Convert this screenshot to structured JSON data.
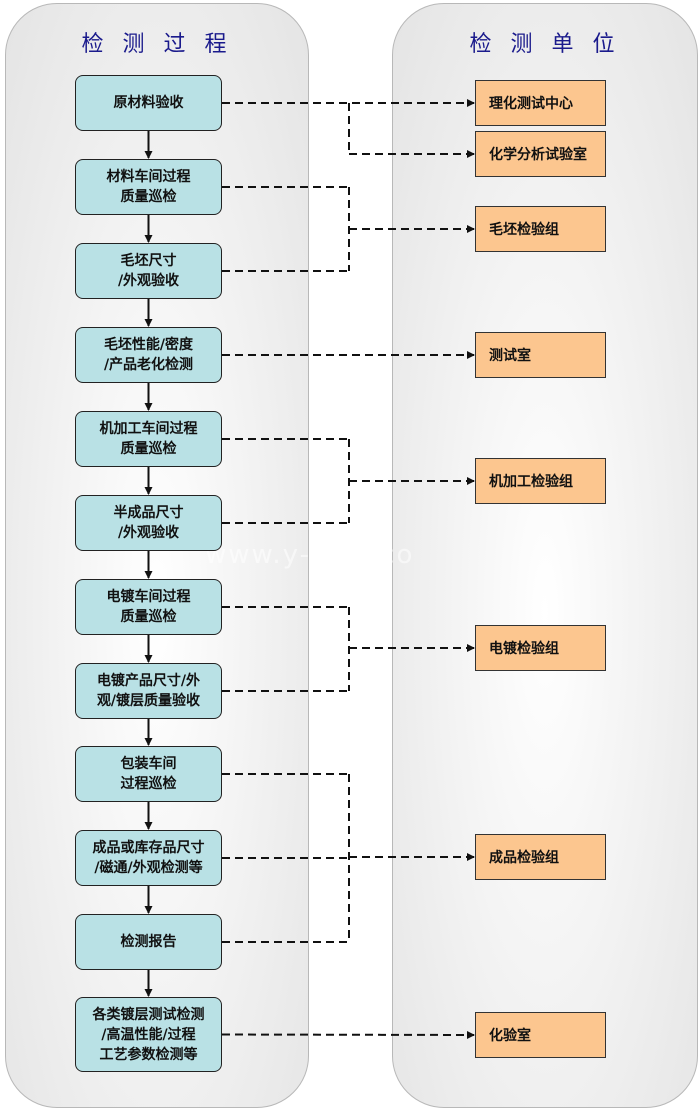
{
  "panels": {
    "left_title": "检 测 过 程",
    "right_title": "检 测 单 位"
  },
  "steps": [
    {
      "id": "s1",
      "label": "原材料验收"
    },
    {
      "id": "s2",
      "label": "材料车间过程\n质量巡检"
    },
    {
      "id": "s3",
      "label": "毛坯尺寸\n/外观验收"
    },
    {
      "id": "s4",
      "label": "毛坯性能/密度\n/产品老化检测"
    },
    {
      "id": "s5",
      "label": "机加工车间过程\n质量巡检"
    },
    {
      "id": "s6",
      "label": "半成品尺寸\n/外观验收"
    },
    {
      "id": "s7",
      "label": "电镀车间过程\n质量巡检"
    },
    {
      "id": "s8",
      "label": "电镀产品尺寸/外\n观/镀层质量验收"
    },
    {
      "id": "s9",
      "label": "包装车间\n过程巡检"
    },
    {
      "id": "s10",
      "label": "成品或库存品尺寸\n/磁通/外观检测等"
    },
    {
      "id": "s11",
      "label": "检测报告"
    },
    {
      "id": "s12",
      "label": "各类镀层测试检测\n/高温性能/过程\n工艺参数检测等"
    }
  ],
  "units": [
    {
      "id": "u1",
      "label": "理化测试中心"
    },
    {
      "id": "u2",
      "label": "化学分析试验室"
    },
    {
      "id": "u3",
      "label": "毛坯检验组"
    },
    {
      "id": "u4",
      "label": "测试室"
    },
    {
      "id": "u5",
      "label": "机加工检验组"
    },
    {
      "id": "u6",
      "label": "电镀检验组"
    },
    {
      "id": "u7",
      "label": "成品检验组"
    },
    {
      "id": "u8",
      "label": "化验室"
    }
  ],
  "connections": [
    {
      "from": [
        "s1"
      ],
      "to": [
        "u1",
        "u2"
      ]
    },
    {
      "from": [
        "s2",
        "s3"
      ],
      "to": [
        "u3"
      ]
    },
    {
      "from": [
        "s4"
      ],
      "to": [
        "u4"
      ]
    },
    {
      "from": [
        "s5",
        "s6"
      ],
      "to": [
        "u5"
      ]
    },
    {
      "from": [
        "s7",
        "s8"
      ],
      "to": [
        "u6"
      ]
    },
    {
      "from": [
        "s9",
        "s10",
        "s11"
      ],
      "to": [
        "u7"
      ]
    },
    {
      "from": [
        "s12"
      ],
      "to": [
        "u8"
      ]
    }
  ],
  "watermark": "www.y-     net.co",
  "colors": {
    "step_fill": "#b9e1e5",
    "unit_fill": "#fcc68f",
    "title_color": "#1a1a8c"
  }
}
